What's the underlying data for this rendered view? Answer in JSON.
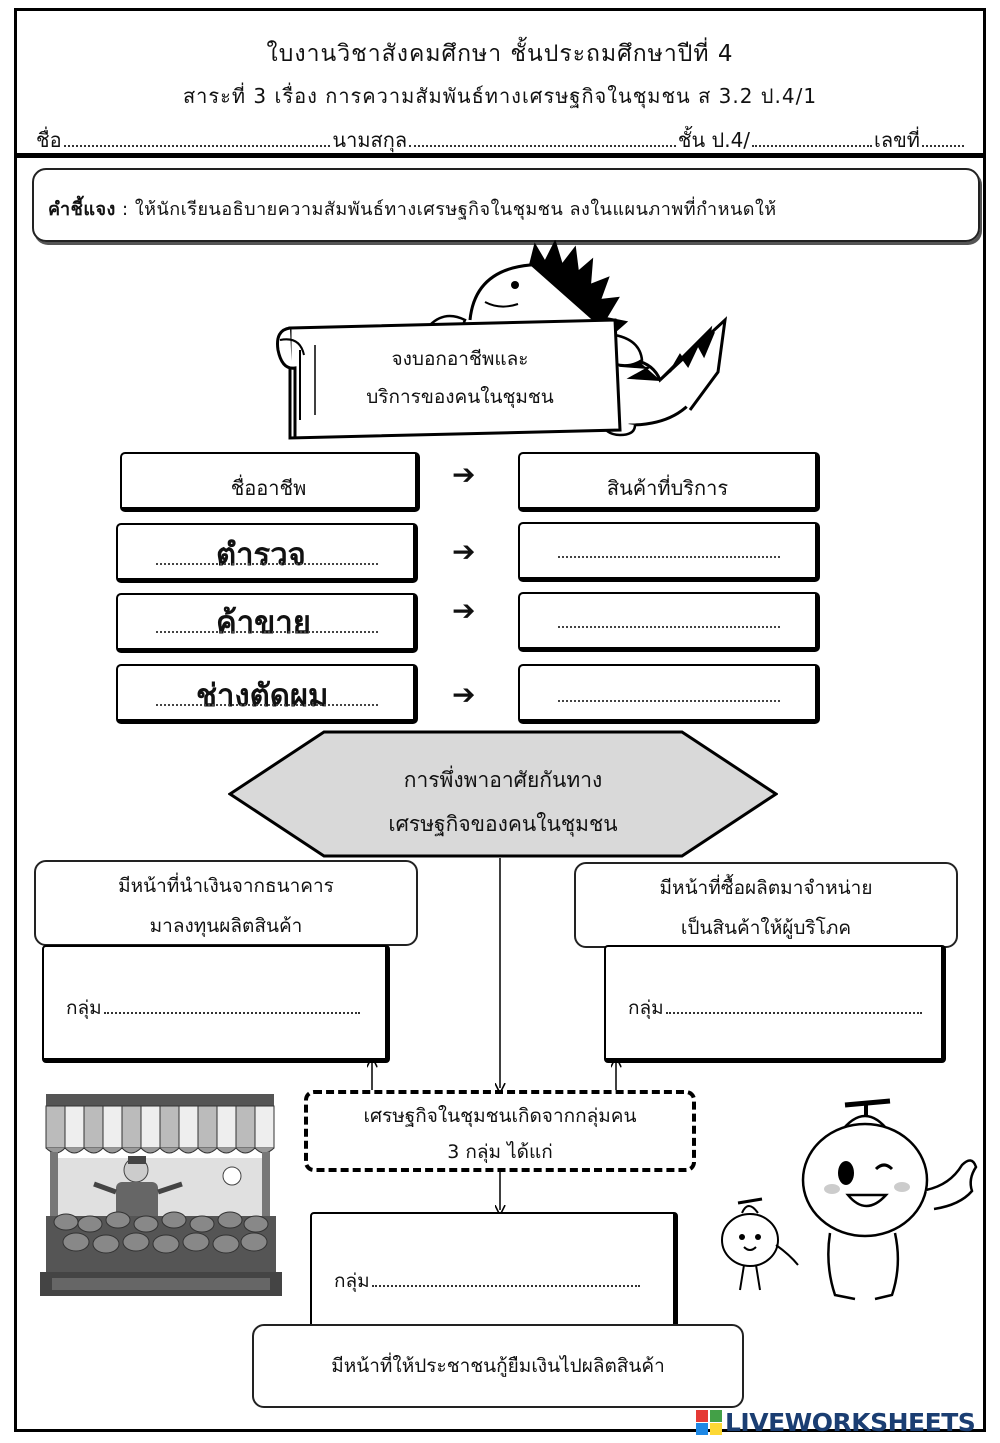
{
  "header": {
    "title": "ใบงานวิชาสังคมศึกษา   ชั้นประถมศึกษาปีที่ 4",
    "subtitle": "สาระที่ 3 เรื่อง การความสัมพันธ์ทางเศรษฐกิจในชุมชน ส 3.2 ป.4/1",
    "name_label": "ชื่อ",
    "surname_label": "นามสกุล",
    "class_label": "ชั้น ป.4/",
    "number_label": "เลขที่"
  },
  "instruction": {
    "label": "คำชี้แจง",
    "text": " :  ให้นักเรียนอธิบายความสัมพันธ์ทางเศรษฐกิจในชุมชน ลงในแผนภาพที่กำหนดให้"
  },
  "scroll": {
    "line1": "จงบอกอาชีพและ",
    "line2": "บริการของคนในชุมชน"
  },
  "table": {
    "col_left": "ชื่ออาชีพ",
    "col_right": "สินค้าที่บริการ",
    "arrow": "➔",
    "rows": [
      {
        "occupation": "ตำรวจ"
      },
      {
        "occupation": "ค้าขาย"
      },
      {
        "occupation": "ช่างตัดผม"
      }
    ]
  },
  "hexagon": {
    "line1": "การพึ่งพาอาศัยกันทาง",
    "line2": "เศรษฐกิจของคนในชุมชน"
  },
  "roles": {
    "left_line1": "มีหน้าที่นำเงินจากธนาคาร",
    "left_line2": "มาลงทุนผลิตสินค้า",
    "right_line1": "มีหน้าที่ซื้อผลิตมาจำหน่าย",
    "right_line2": "เป็นสินค้าให้ผู้บริโภค",
    "bottom": "มีหน้าที่ให้ประชาชนกู้ยืมเงินไปผลิตสินค้า"
  },
  "group_label": "กลุ่ม",
  "center": {
    "line1": "เศรษฐกิจในชุมชนเกิดจากกลุ่มคน",
    "line2": "3   กลุ่ม  ได้แก่"
  },
  "watermark": {
    "text": "LIVEWORKSHEETS",
    "colors": [
      "#e53935",
      "#43a047",
      "#1e88e5",
      "#fdd835"
    ]
  }
}
